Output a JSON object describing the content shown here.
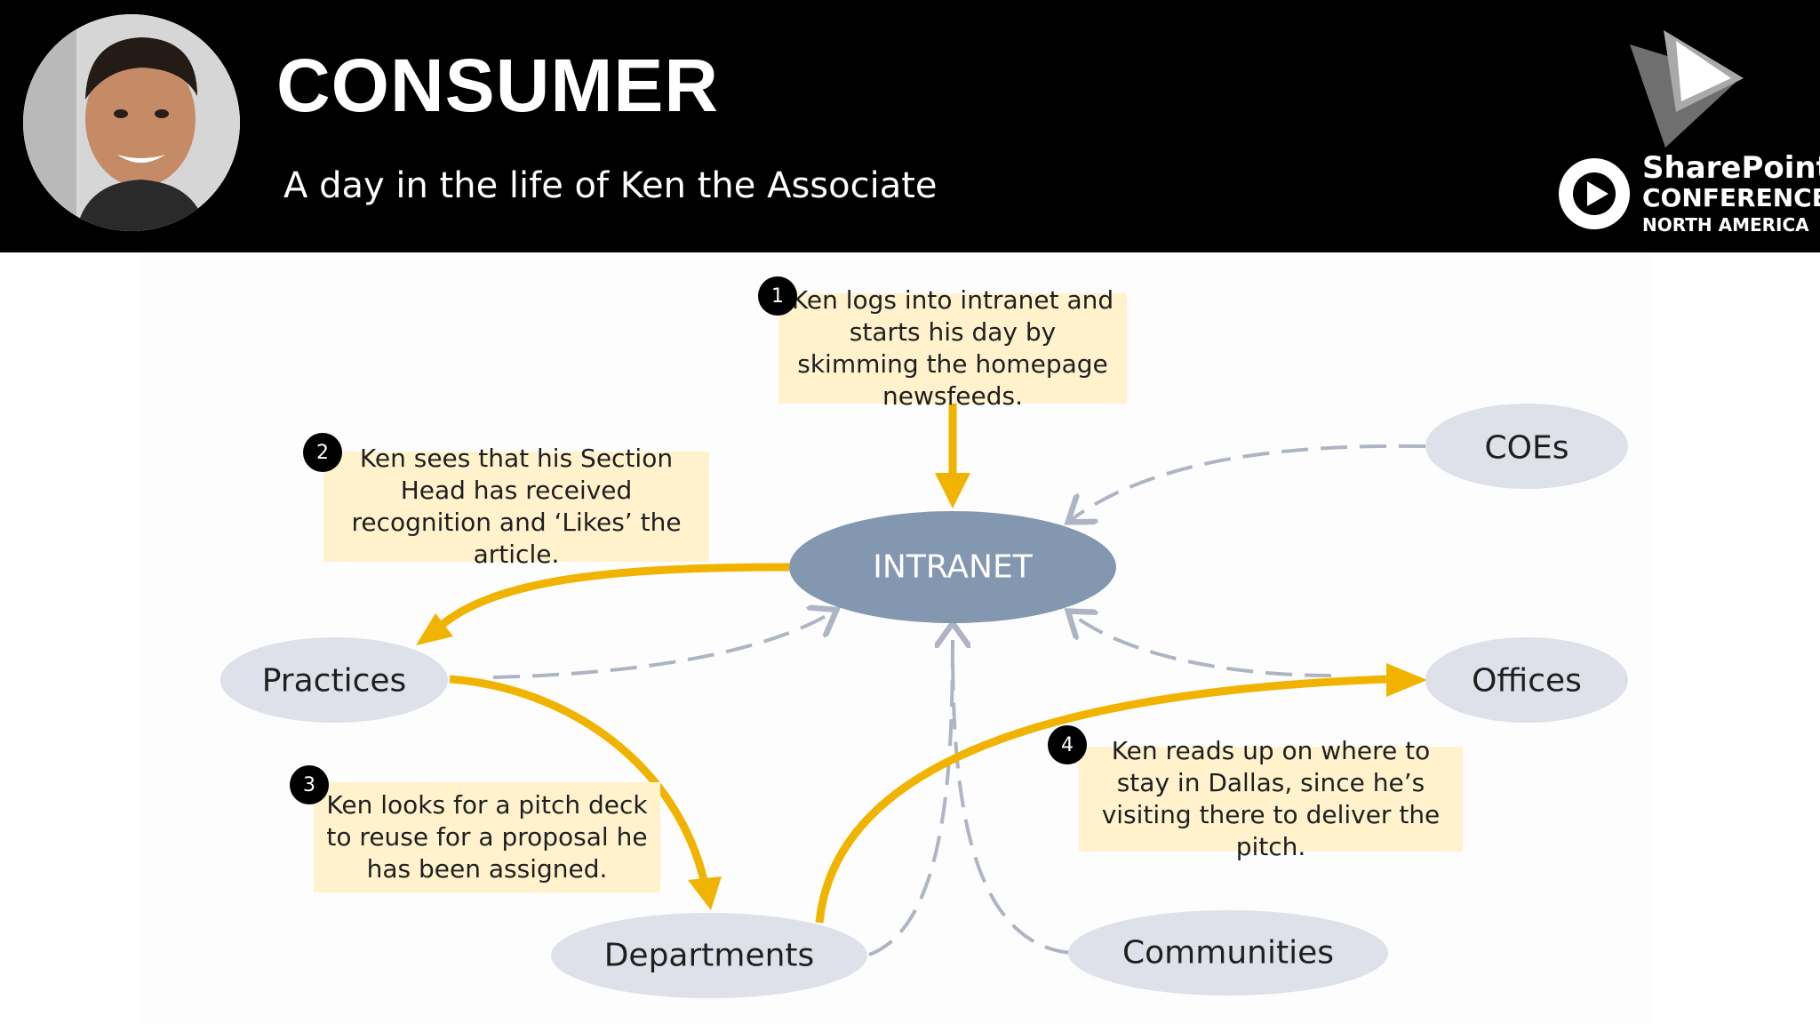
{
  "header": {
    "title": "CONSUMER",
    "subtitle": "A day in the life of Ken the Associate",
    "logo": {
      "line1": "SharePoint",
      "line2": "CONFERENCE",
      "line3": "NORTH AMERICA"
    }
  },
  "nodes": {
    "intranet": "INTRANET",
    "coes": "COEs",
    "practices": "Practices",
    "offices": "Offices",
    "departments": "Departments",
    "communities": "Communities"
  },
  "steps": [
    {
      "number": "1",
      "text": "Ken logs into intranet and starts his day by skimming the homepage newsfeeds."
    },
    {
      "number": "2",
      "text": "Ken sees that his Section Head has received recognition and ‘Likes’ the article."
    },
    {
      "number": "3",
      "text": "Ken looks for a pitch deck to reuse for a proposal he has been assigned."
    },
    {
      "number": "4",
      "text": "Ken reads up on where to stay in Dallas, since he’s visiting there to deliver the pitch."
    }
  ],
  "colors": {
    "header_bg": "#000000",
    "accent_arrow": "#f0b400",
    "intranet_fill": "#8497b0",
    "node_fill": "#dfe1ea",
    "dashed_line": "#aeb4c4",
    "callout_fill": "#fff2cc"
  },
  "icons": [
    "person-avatar",
    "sharepoint-play-logo"
  ]
}
